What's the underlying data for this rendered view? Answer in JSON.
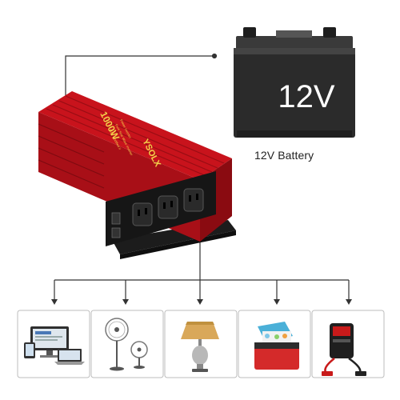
{
  "battery": {
    "voltage_label": "12V",
    "caption": "12V Battery"
  },
  "inverter": {
    "power_label": "1000W",
    "brand_label": "YSOLX",
    "subtitle_lines": [
      "Power Inverter",
      "Pure Sine Wave Inverter",
      "110V Modified II"
    ]
  },
  "devices": [
    {
      "name": "computers"
    },
    {
      "name": "fans"
    },
    {
      "name": "lamp"
    },
    {
      "name": "cooler"
    },
    {
      "name": "jump-starter"
    }
  ],
  "colors": {
    "inverter_red": "#c8131c",
    "inverter_dark_red": "#8a0b11",
    "battery_body": "#2b2b2b",
    "connector_line": "#333333",
    "card_border": "#bdbdbd"
  }
}
